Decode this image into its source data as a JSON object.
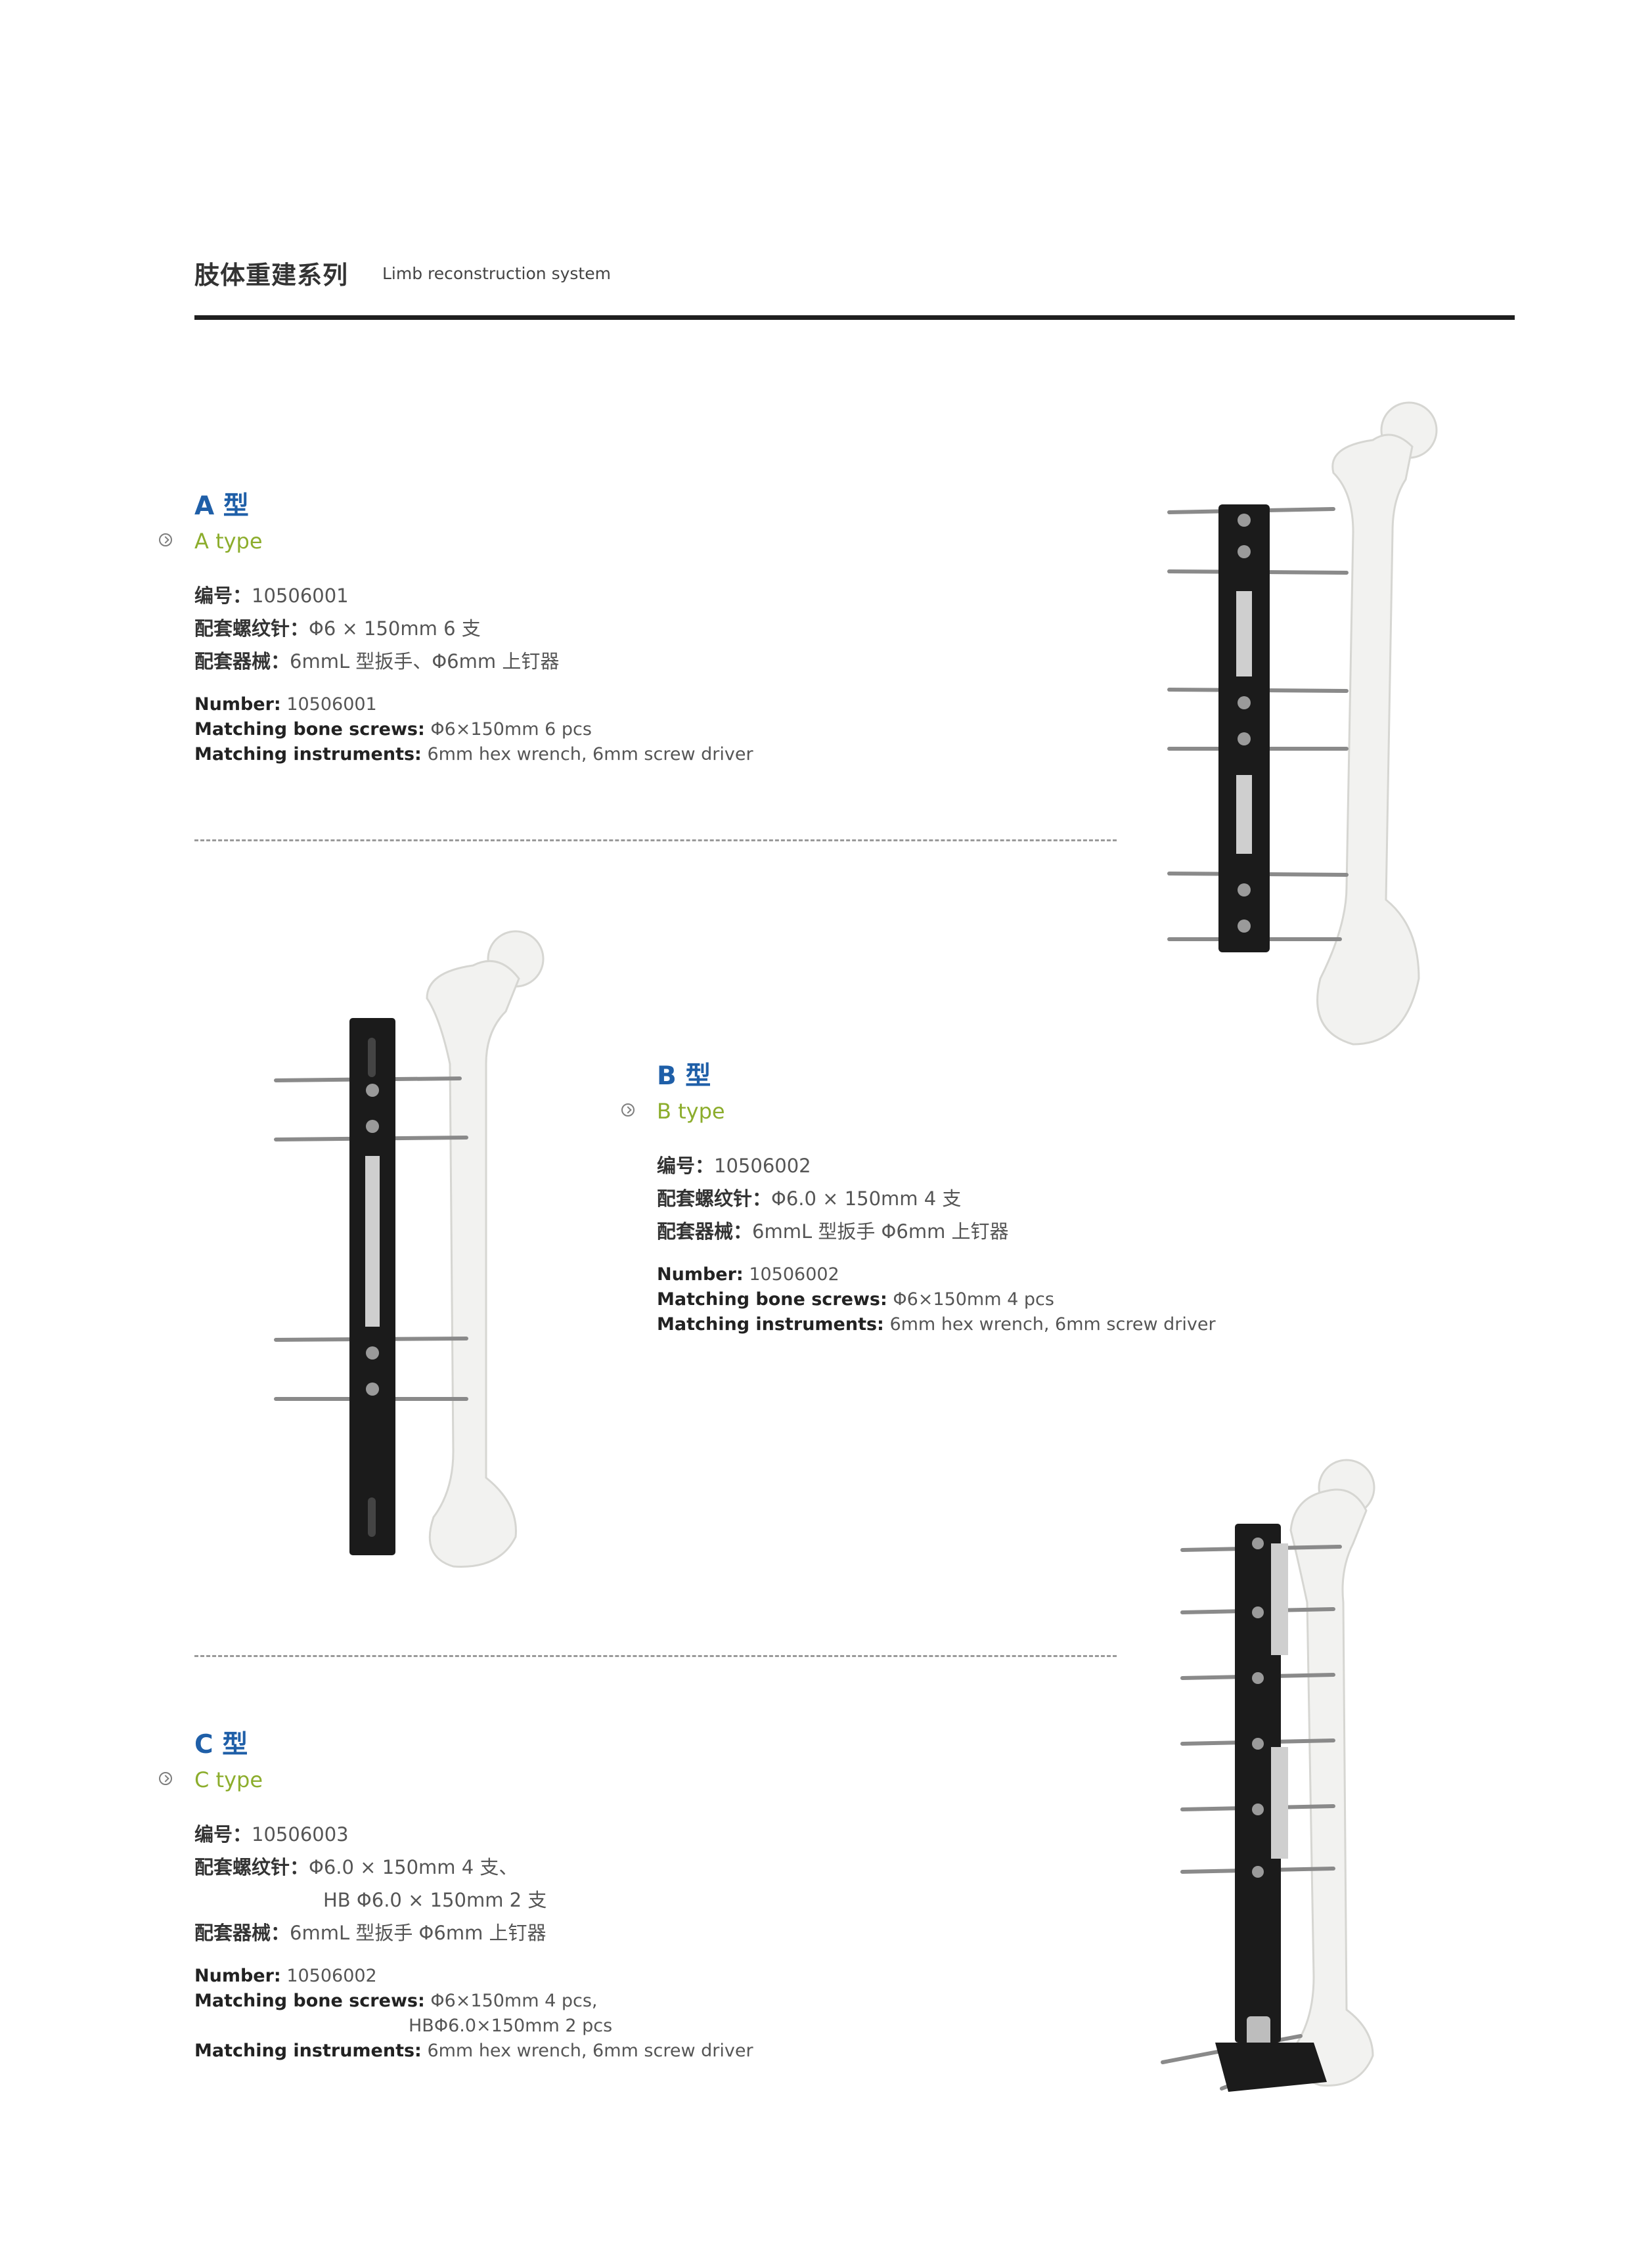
{
  "header": {
    "title_cn": "肢体重建系列",
    "title_en": "Limb reconstruction system"
  },
  "sections": [
    {
      "type_cn": "A 型",
      "type_en": "A type",
      "cn": {
        "number_label": "编号：",
        "number_value": "10506001",
        "screws_label": "配套螺纹针：",
        "screws_value": "Φ6 × 150mm  6 支",
        "instruments_label": "配套器械：",
        "instruments_value": "6mmL 型扳手、Φ6mm 上钉器"
      },
      "en": {
        "number_label": "Number:",
        "number_value": "10506001",
        "screws_label": "Matching bone screws:",
        "screws_value": "Φ6×150mm  6 pcs",
        "instruments_label": "Matching instruments:",
        "instruments_value": "6mm hex wrench, 6mm screw driver"
      }
    },
    {
      "type_cn": "B 型",
      "type_en": "B type",
      "cn": {
        "number_label": "编号：",
        "number_value": "10506002",
        "screws_label": "配套螺纹针：",
        "screws_value": "Φ6.0 × 150mm  4 支",
        "instruments_label": "配套器械：",
        "instruments_value": "6mmL 型扳手 Φ6mm 上钉器"
      },
      "en": {
        "number_label": "Number:",
        "number_value": "10506002",
        "screws_label": "Matching bone screws:",
        "screws_value": "Φ6×150mm  4 pcs",
        "instruments_label": "Matching instruments:",
        "instruments_value": "6mm hex wrench, 6mm screw driver"
      }
    },
    {
      "type_cn": "C 型",
      "type_en": "C type",
      "cn": {
        "number_label": "编号：",
        "number_value": "10506003",
        "screws_label": "配套螺纹针：",
        "screws_value": "Φ6.0 × 150mm  4 支、",
        "screws_value_2": "HB Φ6.0 × 150mm  2 支",
        "instruments_label": "配套器械：",
        "instruments_value": "6mmL 型扳手 Φ6mm 上钉器"
      },
      "en": {
        "number_label": "Number:",
        "number_value": "10506002",
        "screws_label": "Matching bone screws:",
        "screws_value": "Φ6×150mm  4 pcs,",
        "screws_value_2": "HBΦ6.0×150mm 2 pcs",
        "instruments_label": "Matching instruments:",
        "instruments_value": "6mm hex wrench, 6mm screw driver"
      }
    }
  ],
  "colors": {
    "type_cn": "#1f5fa8",
    "type_en": "#8cad2c",
    "rule": "#1f1f1f"
  },
  "icons": [
    "chevron-circle-icon"
  ]
}
